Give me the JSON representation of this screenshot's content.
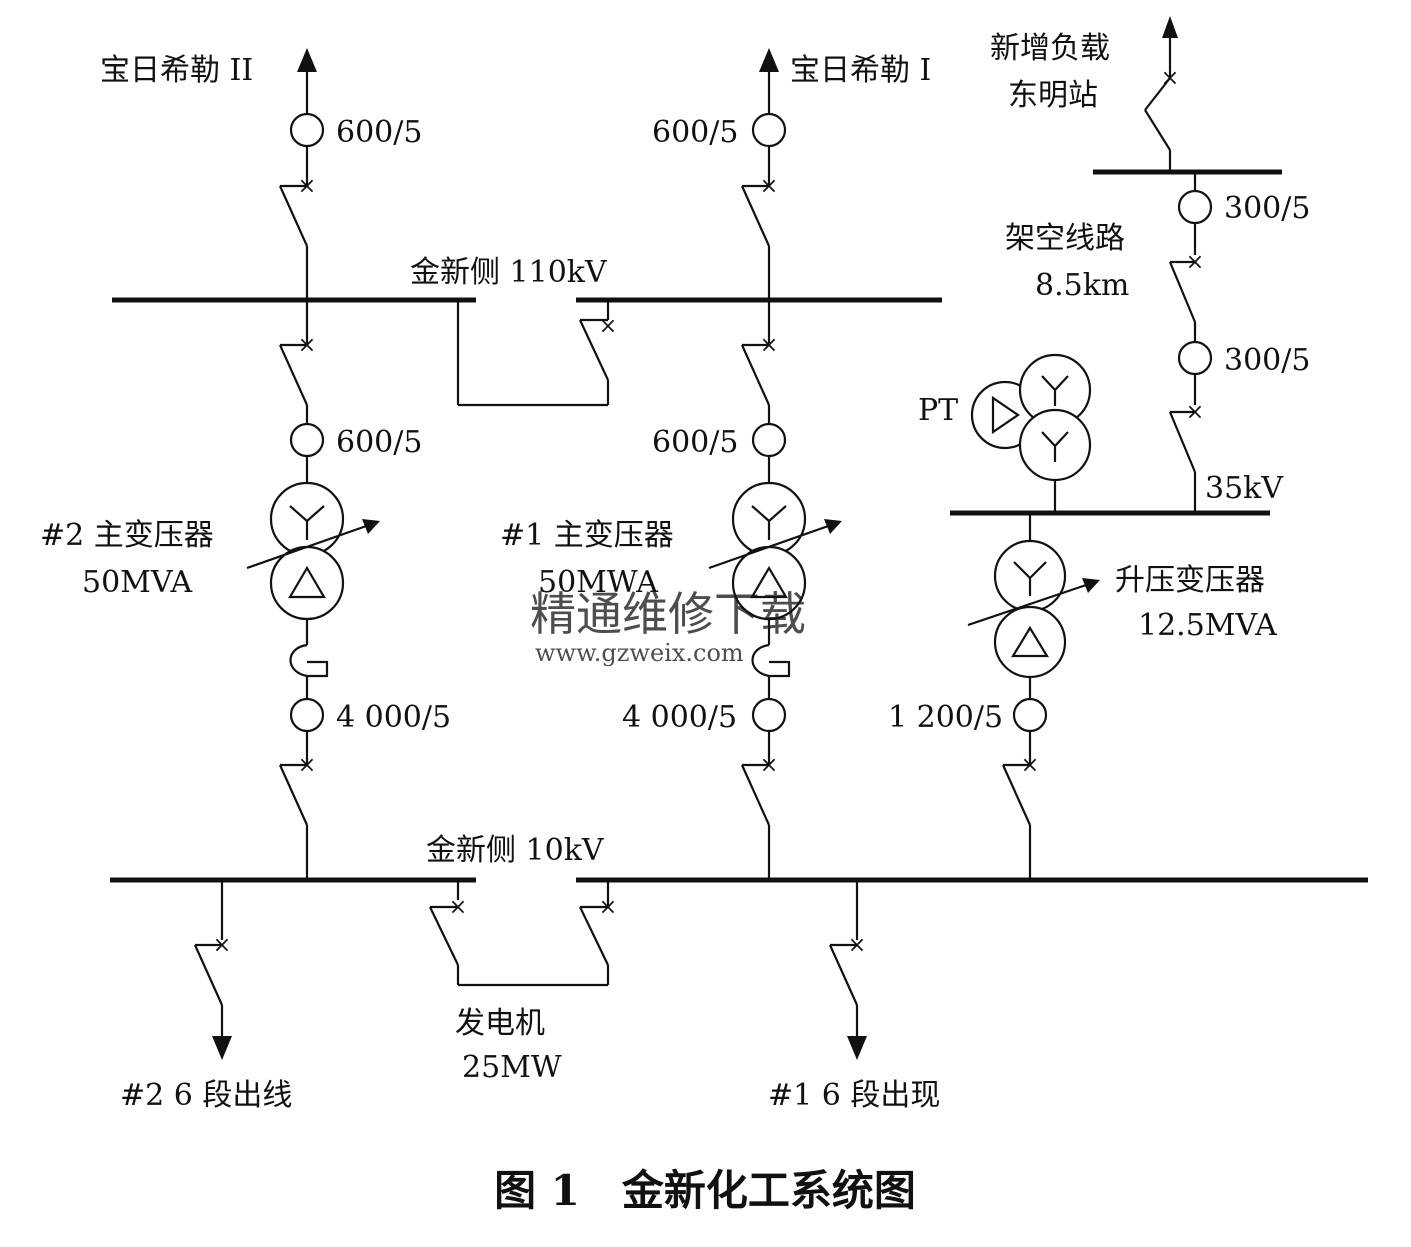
{
  "feeders": {
    "bao_ii": "宝日希勒 II",
    "bao_i": "宝日希勒 I",
    "new_load_1": "新增负载",
    "new_load_2": "东明站"
  },
  "ct_ratios": {
    "a": "600/5",
    "b": "600/5",
    "c": "600/5",
    "d": "600/5",
    "e": "300/5",
    "f": "300/5",
    "g": "4 000/5",
    "h": "4 000/5",
    "i": "1 200/5"
  },
  "buses": {
    "hv": "金新侧 110kV",
    "lv": "金新侧 10kV",
    "mv": "35kV"
  },
  "overhead_line": {
    "label": "架空线路",
    "length": "8.5km"
  },
  "pt_label": "PT",
  "transformers": {
    "t2_name": "#2 主变压器",
    "t2_rating": "50MVA",
    "t1_name": "#1 主变压器",
    "t1_rating": "50MWA",
    "step_up_name": "升压变压器",
    "step_up_rating": "12.5MVA"
  },
  "generator": {
    "label": "发电机",
    "rating": "25MW"
  },
  "outgoing": {
    "seg2": "#2 6 段出线",
    "seg1": "#1 6 段出现"
  },
  "watermark": {
    "line1": "精通维修下载",
    "line2": "www.gzweix.com"
  },
  "caption": "图 1　金新化工系统图",
  "breaker_mark": "×",
  "colors": {
    "ink": "#111111",
    "watermark": "#f2b48a"
  }
}
